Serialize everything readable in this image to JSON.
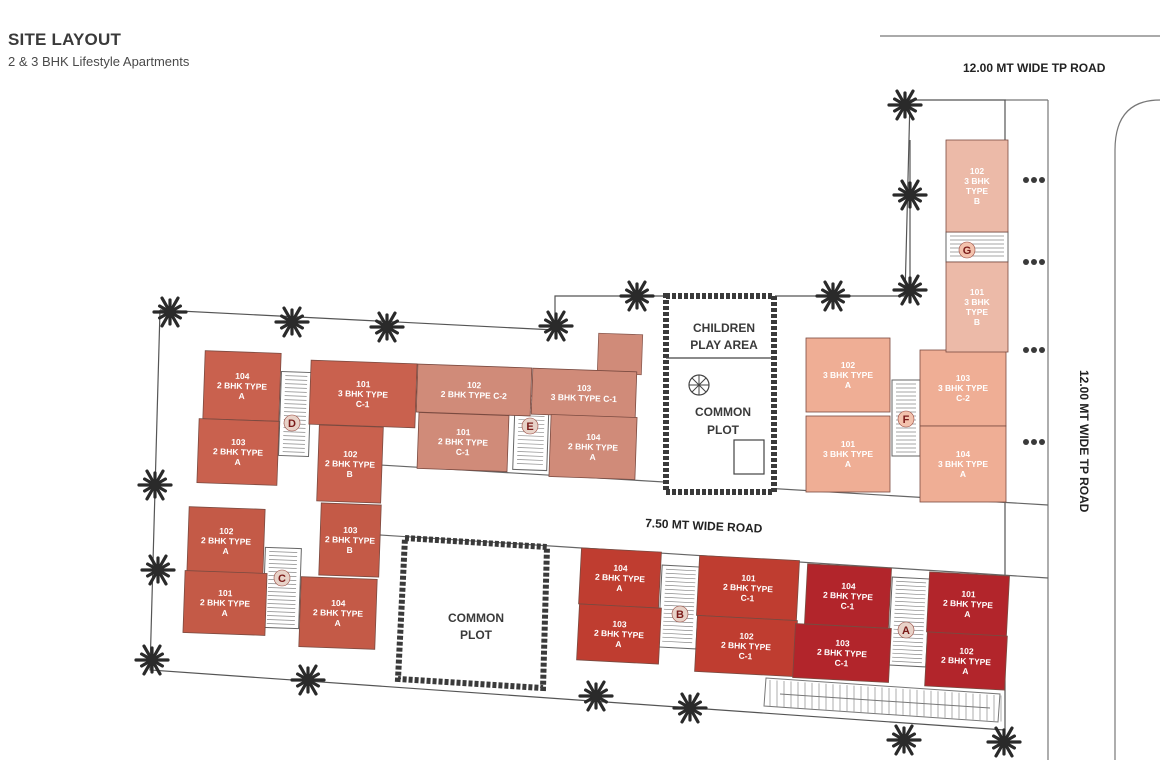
{
  "header": {
    "title": "SITE LAYOUT",
    "subtitle": "2 & 3 BHK Lifestyle Apartments"
  },
  "roads": {
    "top_road": "12.00 MT WIDE TP ROAD",
    "side_road": "12.00 MT WIDE TP ROAD",
    "internal_road": "7.50 MT WIDE ROAD"
  },
  "areas": {
    "children_play": [
      "CHILDREN",
      "PLAY AREA"
    ],
    "common_plot_top": [
      "COMMON",
      "PLOT"
    ],
    "common_plot_bottom": [
      "COMMON",
      "PLOT"
    ]
  },
  "colors": {
    "block_a": "#b2252b",
    "block_b": "#bf3d30",
    "block_c": "#c45a47",
    "block_d": "#c9614e",
    "block_e": "#d08b79",
    "block_f": "#efae95",
    "block_g": "#ecbaa8",
    "outline": "#555555",
    "tree": "#2a2a2a"
  },
  "blocks": [
    {
      "id": "D",
      "units": [
        {
          "lines": [
            "104",
            "2 BHK TYPE",
            "A"
          ]
        },
        {
          "lines": [
            "103",
            "2 BHK TYPE",
            "A"
          ]
        },
        {
          "lines": [
            "101",
            "3 BHK TYPE",
            "C-1"
          ]
        },
        {
          "lines": [
            "102",
            "2 BHK TYPE",
            "B"
          ]
        }
      ]
    },
    {
      "id": "E",
      "units": [
        {
          "lines": [
            "102",
            "2 BHK TYPE  C-2"
          ]
        },
        {
          "lines": [
            "101",
            "2 BHK TYPE",
            "C-1"
          ]
        },
        {
          "lines": [
            "103",
            "3 BHK TYPE  C-1"
          ]
        },
        {
          "lines": [
            "104",
            "2 BHK TYPE",
            "A"
          ]
        }
      ]
    },
    {
      "id": "C",
      "units": [
        {
          "lines": [
            "102",
            "2 BHK TYPE",
            "A"
          ]
        },
        {
          "lines": [
            "101",
            "2 BHK TYPE",
            "A"
          ]
        },
        {
          "lines": [
            "103",
            "2 BHK TYPE",
            "B"
          ]
        },
        {
          "lines": [
            "104",
            "2 BHK TYPE",
            "A"
          ]
        }
      ]
    },
    {
      "id": "B",
      "units": [
        {
          "lines": [
            "104",
            "2 BHK TYPE",
            "A"
          ]
        },
        {
          "lines": [
            "103",
            "2 BHK TYPE",
            "A"
          ]
        },
        {
          "lines": [
            "101",
            "2 BHK TYPE",
            "C-1"
          ]
        },
        {
          "lines": [
            "102",
            "2 BHK TYPE",
            "C-1"
          ]
        }
      ]
    },
    {
      "id": "A",
      "units": [
        {
          "lines": [
            "104",
            "2 BHK TYPE",
            "C-1"
          ]
        },
        {
          "lines": [
            "103",
            "2 BHK TYPE",
            "C-1"
          ]
        },
        {
          "lines": [
            "101",
            "2 BHK TYPE",
            "A"
          ]
        },
        {
          "lines": [
            "102",
            "2 BHK TYPE",
            "A"
          ]
        }
      ]
    },
    {
      "id": "F",
      "units": [
        {
          "lines": [
            "102",
            "3 BHK TYPE",
            "A"
          ]
        },
        {
          "lines": [
            "101",
            "3 BHK TYPE",
            "A"
          ]
        },
        {
          "lines": [
            "103",
            "3 BHK TYPE",
            "C-2"
          ]
        },
        {
          "lines": [
            "104",
            "3 BHK TYPE",
            "A"
          ]
        }
      ]
    },
    {
      "id": "G",
      "units": [
        {
          "lines": [
            "102",
            "3 BHK",
            "TYPE",
            "B"
          ]
        },
        {
          "lines": [
            "101",
            "3 BHK",
            "TYPE",
            "B"
          ]
        }
      ]
    }
  ]
}
